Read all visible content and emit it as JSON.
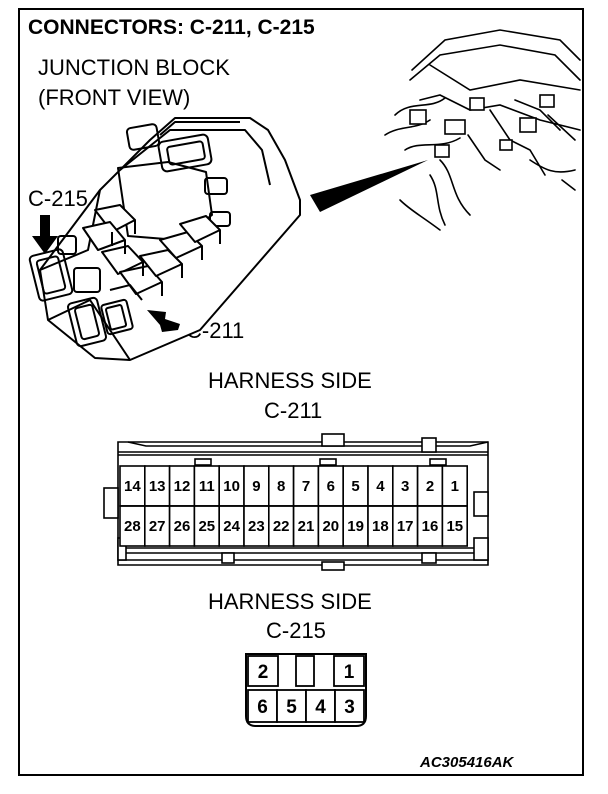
{
  "title": "CONNECTORS: C-211, C-215",
  "junction_block": {
    "line1": "JUNCTION BLOCK",
    "line2": "(FRONT VIEW)"
  },
  "callouts": {
    "c215": "C-215",
    "c211": "C-211"
  },
  "connector_c211": {
    "side_label": "HARNESS SIDE",
    "name": "C-211",
    "top_row": [
      "14",
      "13",
      "12",
      "11",
      "10",
      "9",
      "8",
      "7",
      "6",
      "5",
      "4",
      "3",
      "2",
      "1"
    ],
    "bottom_row": [
      "28",
      "27",
      "26",
      "25",
      "24",
      "23",
      "22",
      "21",
      "20",
      "19",
      "18",
      "17",
      "16",
      "15"
    ]
  },
  "connector_c215": {
    "side_label": "HARNESS SIDE",
    "name": "C-215",
    "top_row": [
      "2",
      "",
      "1"
    ],
    "bottom_row": [
      "6",
      "5",
      "4",
      "3"
    ]
  },
  "figure_code": "AC305416AK"
}
